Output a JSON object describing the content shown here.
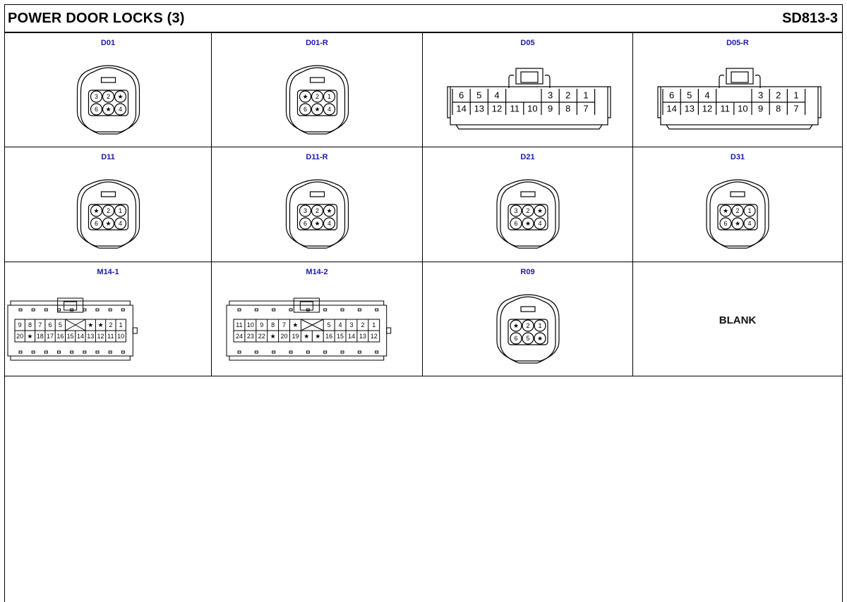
{
  "header": {
    "title": "POWER DOOR LOCKS (3)",
    "code": "SD813-3"
  },
  "connectors": {
    "D01": {
      "label": "D01",
      "top": [
        "3",
        "2",
        "*"
      ],
      "bottom": [
        "6",
        "*",
        "4"
      ]
    },
    "D01R": {
      "label": "D01-R",
      "top": [
        "*",
        "2",
        "1"
      ],
      "bottom": [
        "6",
        "*",
        "4"
      ]
    },
    "D05": {
      "label": "D05",
      "top": [
        "6",
        "5",
        "4",
        "3",
        "2",
        "1"
      ],
      "bottom": [
        "14",
        "13",
        "12",
        "11",
        "10",
        "9",
        "8",
        "7"
      ]
    },
    "D05R": {
      "label": "D05-R",
      "top": [
        "6",
        "5",
        "4",
        "3",
        "2",
        "1"
      ],
      "bottom": [
        "14",
        "13",
        "12",
        "11",
        "10",
        "9",
        "8",
        "7"
      ]
    },
    "D11": {
      "label": "D11",
      "top": [
        "*",
        "2",
        "1"
      ],
      "bottom": [
        "6",
        "*",
        "4"
      ]
    },
    "D11R": {
      "label": "D11-R",
      "top": [
        "3",
        "2",
        "*"
      ],
      "bottom": [
        "6",
        "*",
        "4"
      ]
    },
    "D21": {
      "label": "D21",
      "top": [
        "3",
        "2",
        "*"
      ],
      "bottom": [
        "6",
        "*",
        "4"
      ]
    },
    "D31": {
      "label": "D31",
      "top": [
        "*",
        "2",
        "1"
      ],
      "bottom": [
        "6",
        "*",
        "4"
      ]
    },
    "M141": {
      "label": "M14-1",
      "top": [
        "9",
        "8",
        "7",
        "6",
        "5",
        "X",
        "*",
        "*",
        "2",
        "1"
      ],
      "bottom": [
        "20",
        "*",
        "18",
        "17",
        "16",
        "15",
        "14",
        "13",
        "12",
        "11",
        "10"
      ]
    },
    "M142": {
      "label": "M14-2",
      "top": [
        "11",
        "10",
        "9",
        "8",
        "7",
        "*",
        "X",
        "5",
        "4",
        "3",
        "2",
        "1"
      ],
      "bottom": [
        "24",
        "23",
        "22",
        "*",
        "20",
        "19",
        "*",
        "*",
        "16",
        "15",
        "14",
        "13",
        "12"
      ]
    },
    "R09": {
      "label": "R09",
      "top": [
        "*",
        "2",
        "1"
      ],
      "bottom": [
        "6",
        "5",
        "*"
      ]
    }
  },
  "blank": {
    "label": "BLANK"
  }
}
